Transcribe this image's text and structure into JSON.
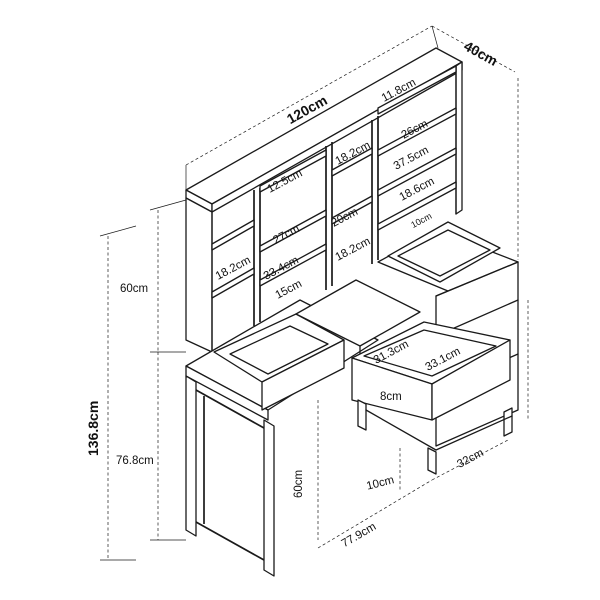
{
  "dimensions": {
    "width": "120cm",
    "depth": "40cm",
    "total_height": "136.8cm",
    "hutch_height": "60cm",
    "desk_height": "76.8cm",
    "leg_height": "60cm",
    "desk_width": "77.9cm",
    "cabinet_depth": "32cm",
    "leg_clearance": "10cm",
    "drawer_depth": "8cm",
    "top_shelf": "11.8cm",
    "right_shelf_1": "26cm",
    "right_shelf_2": "37.5cm",
    "right_shelf_3": "18.6cm",
    "right_shelf_4": "10cm",
    "middle_shelf_top": "18.2cm",
    "middle_shelf_width": "20cm",
    "middle_shelf_bottom": "18.2cm",
    "centre_shelf_top": "12.5cm",
    "centre_shelf_mid": "27cm",
    "centre_shelf_width": "33.4cm",
    "centre_shelf_low": "15cm",
    "left_shelf": "18.2cm",
    "drawer_inner_height": "31.3cm",
    "drawer_inner_width": "33.1cm"
  }
}
